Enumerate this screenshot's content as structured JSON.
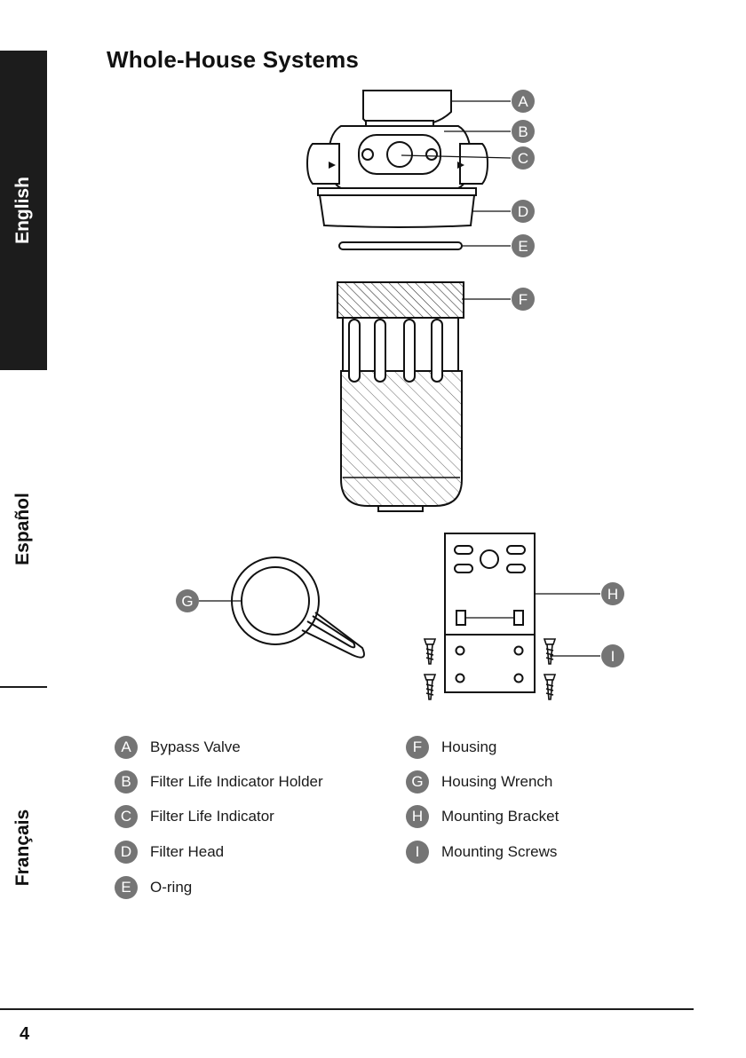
{
  "sidebar": {
    "languages": [
      {
        "label": "English",
        "active": true
      },
      {
        "label": "Español",
        "active": false
      },
      {
        "label": "Français",
        "active": false
      }
    ]
  },
  "title": "Whole-House Systems",
  "callouts": [
    "A",
    "B",
    "C",
    "D",
    "E",
    "F",
    "G",
    "H",
    "I"
  ],
  "legend": [
    {
      "letter": "A",
      "text": "Bypass Valve"
    },
    {
      "letter": "B",
      "text": "Filter Life Indicator Holder"
    },
    {
      "letter": "C",
      "text": "Filter Life Indicator"
    },
    {
      "letter": "D",
      "text": "Filter Head"
    },
    {
      "letter": "E",
      "text": "O-ring"
    },
    {
      "letter": "F",
      "text": "Housing"
    },
    {
      "letter": "G",
      "text": "Housing Wrench"
    },
    {
      "letter": "H",
      "text": "Mounting Bracket"
    },
    {
      "letter": "I",
      "text": "Mounting Screws"
    }
  ],
  "page_number": "4",
  "colors": {
    "badge": "#757575",
    "tab": "#1c1c1c"
  }
}
